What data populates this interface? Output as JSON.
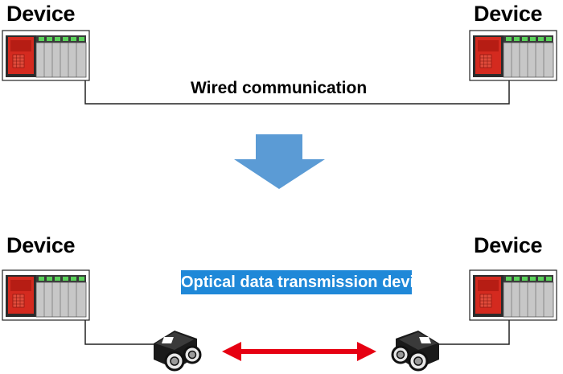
{
  "scenario_top": {
    "left_device_label": "Device",
    "right_device_label": "Device",
    "link_label": "Wired communication"
  },
  "transition_arrow_icon": "down-arrow-icon",
  "scenario_bottom": {
    "left_device_label": "Device",
    "right_device_label": "Device",
    "link_label": "Optical data transmission device"
  },
  "colors": {
    "plc_red": "#d42a1f",
    "plc_grey": "#c7c7c7",
    "plc_led_green": "#5ad25a",
    "arrow_blue": "#5b9bd5",
    "badge_blue": "#1f88d8",
    "optical_link_red": "#e60012"
  }
}
